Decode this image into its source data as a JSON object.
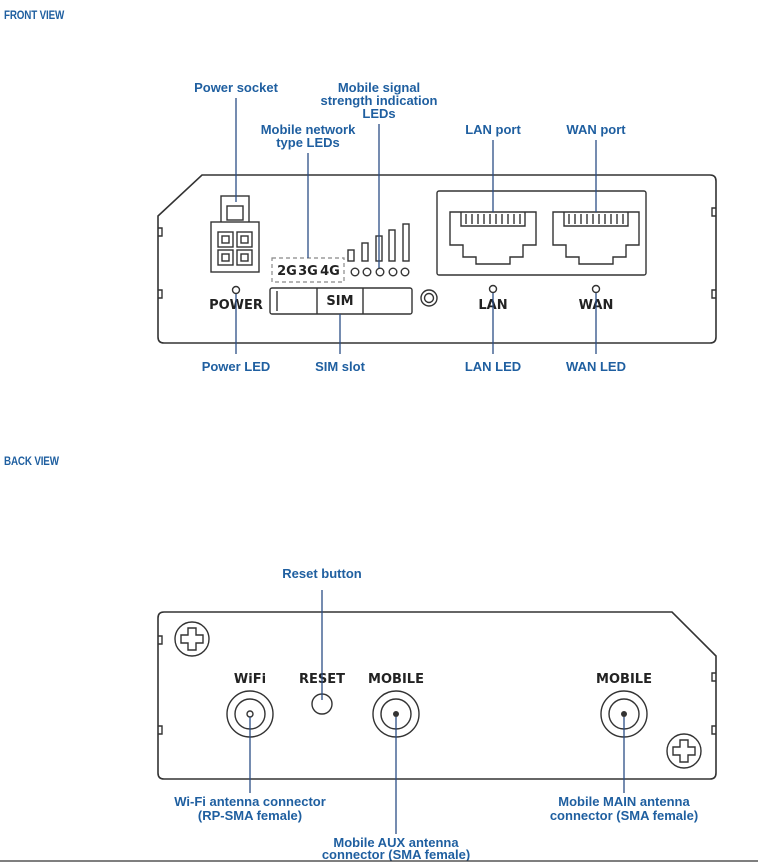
{
  "front_view": {
    "title": "FRONT VIEW",
    "callouts": {
      "power_socket": "Power socket",
      "mobile_signal_line1": "Mobile signal",
      "mobile_signal_line2": "strength indication",
      "mobile_signal_line3": "LEDs",
      "mobile_network_line1": "Mobile network",
      "mobile_network_line2": "type LEDs",
      "lan_port": "LAN port",
      "wan_port": "WAN port",
      "power_led": "Power LED",
      "sim_slot": "SIM slot",
      "lan_led": "LAN LED",
      "wan_led": "WAN LED"
    },
    "labels": {
      "power": "POWER",
      "sim": "SIM",
      "lan": "LAN",
      "wan": "WAN",
      "g2": "2G",
      "g3": "3G",
      "g4": "4G"
    }
  },
  "back_view": {
    "title": "BACK VIEW",
    "callouts": {
      "reset_button": "Reset button",
      "wifi_line1": "Wi-Fi antenna connector",
      "wifi_line2": "(RP-SMA female)",
      "aux_line1": "Mobile AUX antenna",
      "aux_line2": "connector (SMA female)",
      "main_line1": "Mobile MAIN antenna",
      "main_line2": "connector (SMA female)"
    },
    "labels": {
      "wifi": "WiFi",
      "reset": "RESET",
      "mobile_aux": "MOBILE",
      "mobile_main": "MOBILE"
    }
  },
  "colors": {
    "callout_text": "#1f5fa0",
    "leader_line": "#2b4d86",
    "outline": "#333333"
  }
}
